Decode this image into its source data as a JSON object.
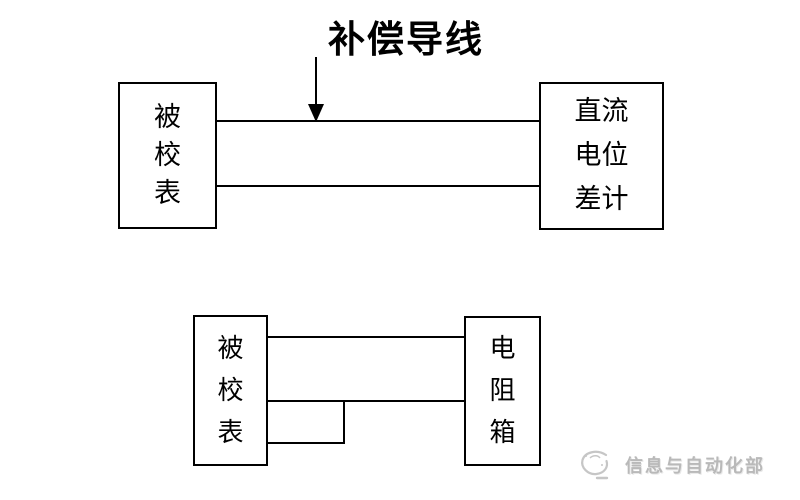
{
  "page": {
    "background": "#ffffff",
    "line_color": "#000000"
  },
  "top_diagram": {
    "arrow_label": "补偿导线",
    "left_box": {
      "lines": [
        "被",
        "校",
        "表"
      ]
    },
    "right_box": {
      "lines": [
        "直流",
        "电位",
        "差计"
      ]
    }
  },
  "bottom_diagram": {
    "left_box": {
      "lines": [
        "被",
        "校",
        "表"
      ]
    },
    "right_box": {
      "lines": [
        "电",
        "阻",
        "箱"
      ]
    }
  },
  "watermark": {
    "text": "信息与自动化部",
    "color": "#b9b9b9"
  }
}
